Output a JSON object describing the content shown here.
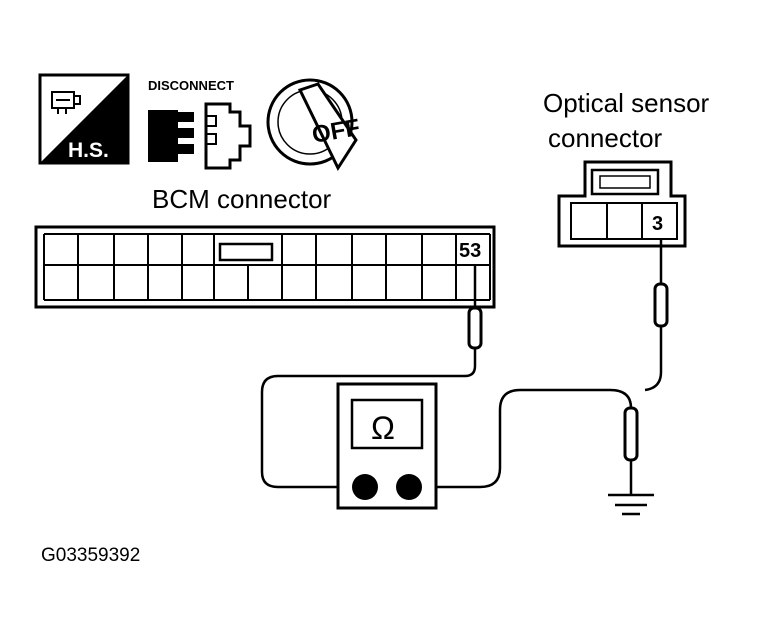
{
  "icons": {
    "hs_label": "H.S.",
    "disconnect_label": "DISCONNECT",
    "ignition_label": "OFF"
  },
  "bcm": {
    "title": "BCM connector",
    "pin": "53"
  },
  "optical": {
    "title_line1": "Optical sensor",
    "title_line2": "connector",
    "pin": "3"
  },
  "meter": {
    "symbol": "Ω"
  },
  "figure_id": "G03359392"
}
